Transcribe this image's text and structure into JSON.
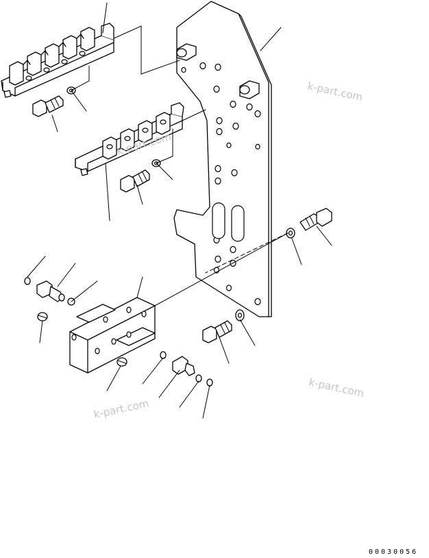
{
  "watermarks": [
    "k-part.com",
    "k-part.com",
    "k-part.com",
    "k-part.com"
  ],
  "drawing_number": "00030056"
}
